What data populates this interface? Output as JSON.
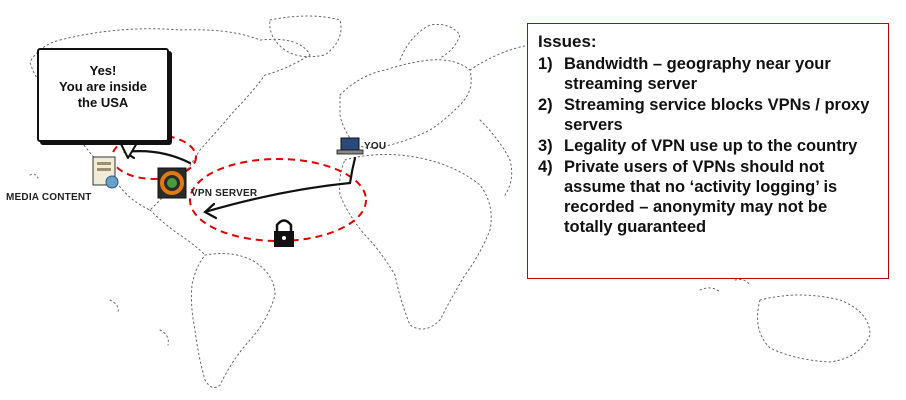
{
  "bubble": {
    "line1": "Yes!",
    "line2": "You are inside",
    "line3": "the USA"
  },
  "labels": {
    "media_content": "MEDIA CONTENT",
    "vpn_server": "VPN SERVER",
    "you": "YOU"
  },
  "issues": {
    "title": "Issues:",
    "items": [
      {
        "num": "1)",
        "text": "Bandwidth – geography near your streaming server"
      },
      {
        "num": "2)",
        "text": "Streaming service blocks VPNs / proxy servers"
      },
      {
        "num": "3)",
        "text": "Legality of VPN use up to the country"
      },
      {
        "num": "4)",
        "text": "Private users of VPNs should not assume that no ‘activity logging’ is recorded – anonymity may not be totally guaranteed"
      }
    ]
  },
  "colors": {
    "issues_border": "#c00000",
    "dashed_ellipse": "#e00000",
    "map_outline": "#555555"
  },
  "icons": [
    "media-server-icon",
    "vpn-server-icon",
    "laptop-icon",
    "padlock-icon"
  ]
}
